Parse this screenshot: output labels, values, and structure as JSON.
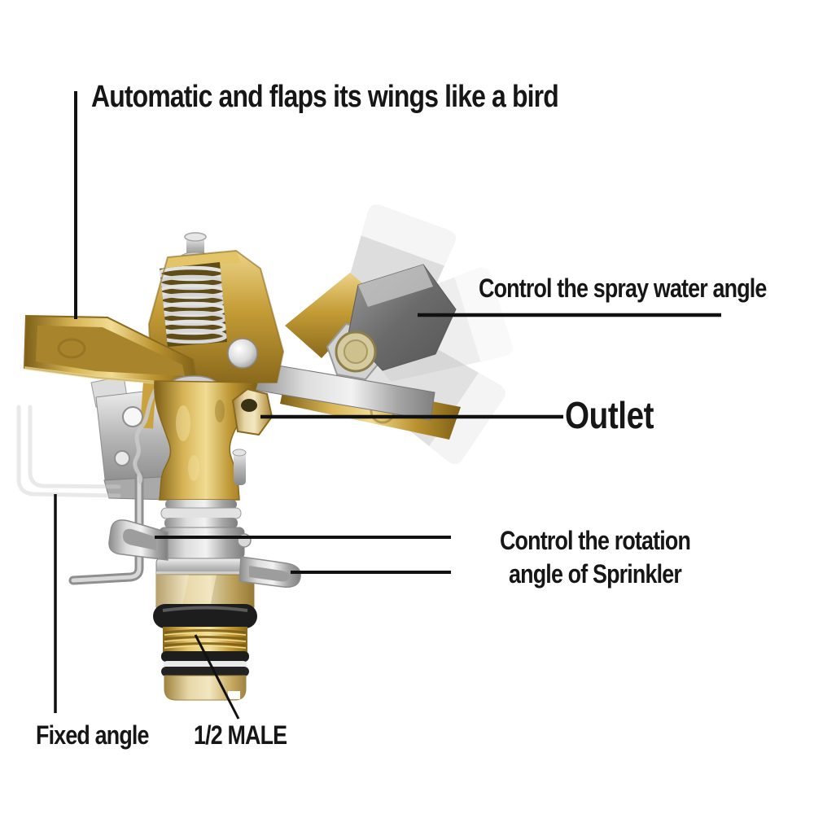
{
  "figure": {
    "type": "annotated-product-diagram",
    "subject": "brass impact sprinkler head with 1/2 inch male thread"
  },
  "colors": {
    "background": "#ffffff",
    "brass": "#c59d37",
    "brass_highlight": "#f1dc93",
    "brass_shadow": "#7d5f16",
    "pale_brass": "#e8d8a8",
    "steel": "#b9b9b9",
    "dark_steel": "#6b6b6b",
    "ghost_grey": "#c9c9c9",
    "o_ring_black": "#1d1d1d",
    "callout_line": "#111111",
    "text": "#161616"
  },
  "labels": {
    "automatic": {
      "text": "Automatic and flaps its wings like a bird"
    },
    "spray": {
      "text": "Control the spray water angle"
    },
    "outlet": {
      "text": "Outlet"
    },
    "rotation": {
      "line1": "Control the rotation",
      "line2": "angle of Sprinkler"
    },
    "fixed_angle": {
      "text": "Fixed angle"
    },
    "male_thread": {
      "text": "1/2 MALE"
    }
  }
}
